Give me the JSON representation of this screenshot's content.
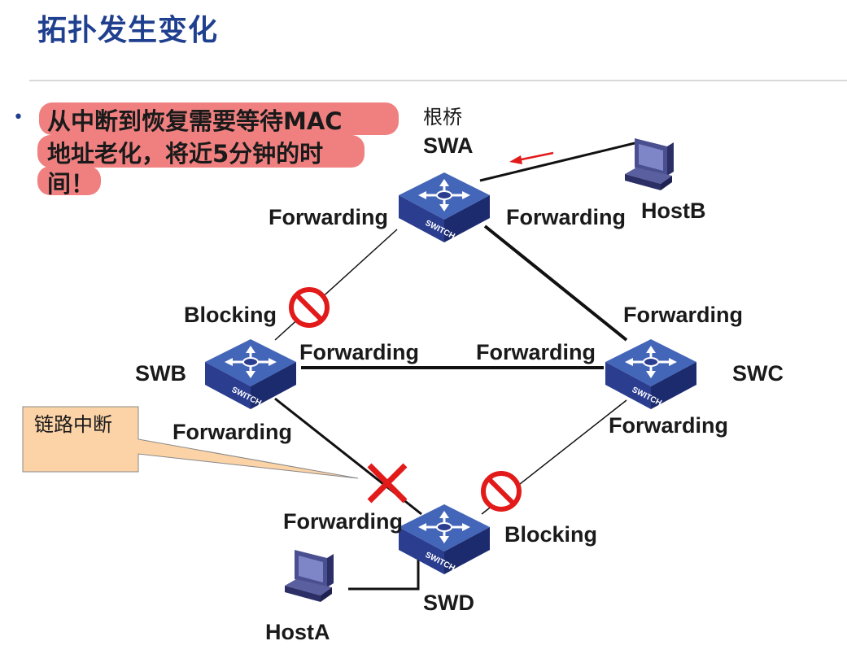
{
  "slide": {
    "title": "拓扑发生变化",
    "bullet": "•",
    "note_lines": [
      "从中断到恢复需要等待MAC",
      "地址老化，将近5分钟的时",
      "间！"
    ]
  },
  "colors": {
    "title": "#1f3f8f",
    "highlight": "#f08080",
    "switch_top": "#3f5fae",
    "switch_side": "#1f2f78",
    "block_symbol": "#e21a1a",
    "callout_fill": "#fbd3a7"
  },
  "callout": {
    "text": "链路中断"
  },
  "switches": {
    "swa": {
      "name": "SWA",
      "caption": "根桥",
      "badge": "SWITCH"
    },
    "swb": {
      "name": "SWB",
      "badge": "SWITCH"
    },
    "swc": {
      "name": "SWC",
      "badge": "SWITCH"
    },
    "swd": {
      "name": "SWD",
      "badge": "SWITCH"
    }
  },
  "hosts": {
    "hosta": "HostA",
    "hostb": "HostB"
  },
  "port_labels": {
    "swa_left": "Forwarding",
    "swa_right": "Forwarding",
    "swb_top": "Blocking",
    "swb_right": "Forwarding",
    "swb_bottom": "Forwarding",
    "swc_top": "Forwarding",
    "swc_left": "Forwarding",
    "swc_bottom": "Forwarding",
    "swd_top": "Forwarding",
    "swd_right": "Blocking"
  },
  "icons": {
    "blocked_port": "no-entry-icon",
    "link_failure": "red-x-icon",
    "mac_direction": "red-arrow-icon",
    "switch": "switch-icon",
    "host": "computer-icon"
  }
}
